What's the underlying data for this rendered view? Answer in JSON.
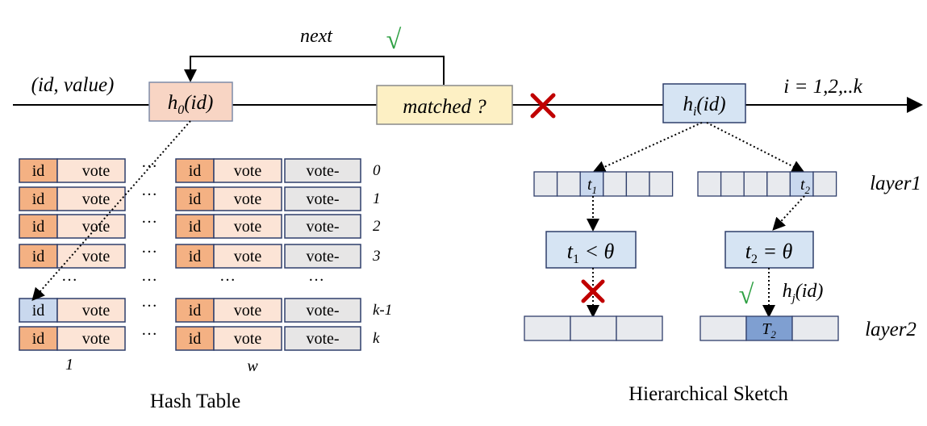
{
  "flow": {
    "input_label": "(id, value)",
    "hash0": "h",
    "hash0_sub": "0",
    "hash0_arg": "(id)",
    "next_label": "next",
    "matched_label": "matched ?",
    "check_mark": "√",
    "cross_mark": "✕",
    "hashi": "h",
    "hashi_sub": "i",
    "hashi_arg": "(id)",
    "range_label": "i = 1,2,..k"
  },
  "hash_table": {
    "id_label": "id",
    "vote_label": "vote",
    "voteneg_label": "vote-",
    "dots": "…",
    "row_indices": [
      "0",
      "1",
      "2",
      "3",
      "k-1",
      "k"
    ],
    "col_first": "1",
    "col_last": "w",
    "caption": "Hash Table"
  },
  "sketch": {
    "layer1_label": "layer1",
    "layer2_label": "layer2",
    "t1": "t",
    "t1_sub": "1",
    "t2": "t",
    "t2_sub": "2",
    "T2": "T",
    "T2_sub": "2",
    "cond1": "t",
    "cond1_sub": "1",
    "cond1_rest": " < θ",
    "cond2": "t",
    "cond2_sub": "2",
    "cond2_rest": " = θ",
    "hj": "h",
    "hj_sub": "j",
    "hj_arg": "(id)",
    "caption_plain": "Hierarchical ",
    "caption_rest": "Sketch"
  },
  "colors": {
    "hash_box": "#f8d5c4",
    "matched_box": "#fdf0c4",
    "hashi_box": "#d6e4f3",
    "cond_box": "#d6e4f3",
    "check": "#2ea043",
    "cross": "#c00000"
  }
}
